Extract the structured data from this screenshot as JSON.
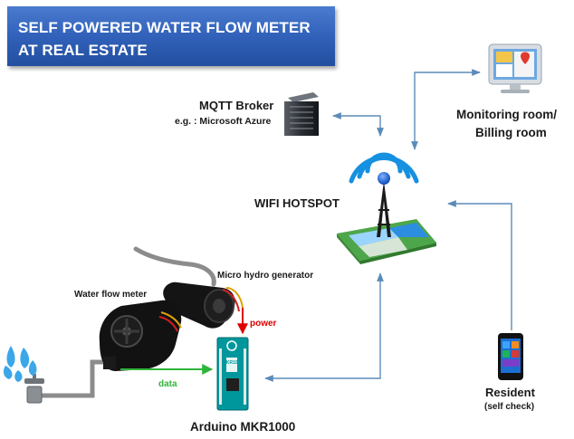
{
  "title": {
    "line1": "SELF POWERED WATER FLOW METER",
    "line2": "AT REAL ESTATE"
  },
  "mqtt": {
    "name": "MQTT Broker",
    "example": "e.g. : Microsoft Azure"
  },
  "monitoring": {
    "line1": "Monitoring room/",
    "line2": "Billing room"
  },
  "wifi": {
    "label": "WIFI HOTSPOT"
  },
  "hydro": {
    "label": "Micro hydro generator"
  },
  "flow_meter": {
    "label": "Water flow meter"
  },
  "arduino": {
    "label": "Arduino MKR1000",
    "board_text": "ARDUINO\nMKR1000"
  },
  "resident": {
    "name": "Resident",
    "note": "(self check)"
  },
  "links": {
    "power_label": "power",
    "data_label": "data"
  },
  "colors": {
    "title_bg": "#2f5fb7",
    "connector": "#5b8bb8",
    "power": "#e00000",
    "data": "#2fb53a",
    "arduino_board": "#00979c",
    "pipe": "#8c8c8c"
  },
  "icons": [
    "monitor-icon",
    "server-icon",
    "wifi-tower-icon",
    "phone-icon",
    "water-splash-icon",
    "faucet-icon",
    "flow-meter-icon",
    "hydro-generator-icon",
    "arduino-board-icon"
  ]
}
